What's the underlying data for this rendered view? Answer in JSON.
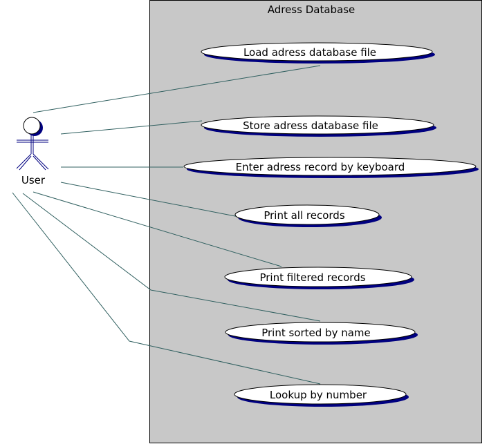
{
  "colors": {
    "system_fill": "#c8c8c8",
    "system_border": "#000000",
    "ellipse_fill": "#ffffff",
    "ellipse_shadow": "#000080",
    "line": "#2f5f5f",
    "actor": "#000080"
  },
  "system": {
    "title": "Adress Database"
  },
  "actor": {
    "label": "User"
  },
  "use_cases": [
    {
      "id": "load",
      "label": "Load adress database file"
    },
    {
      "id": "store",
      "label": "Store adress database file"
    },
    {
      "id": "enter",
      "label": "Enter adress record by keyboard"
    },
    {
      "id": "print-all",
      "label": "Print all records"
    },
    {
      "id": "print-filtered",
      "label": "Print filtered records"
    },
    {
      "id": "print-sorted",
      "label": "Print sorted by name"
    },
    {
      "id": "lookup",
      "label": "Lookup by number"
    }
  ]
}
